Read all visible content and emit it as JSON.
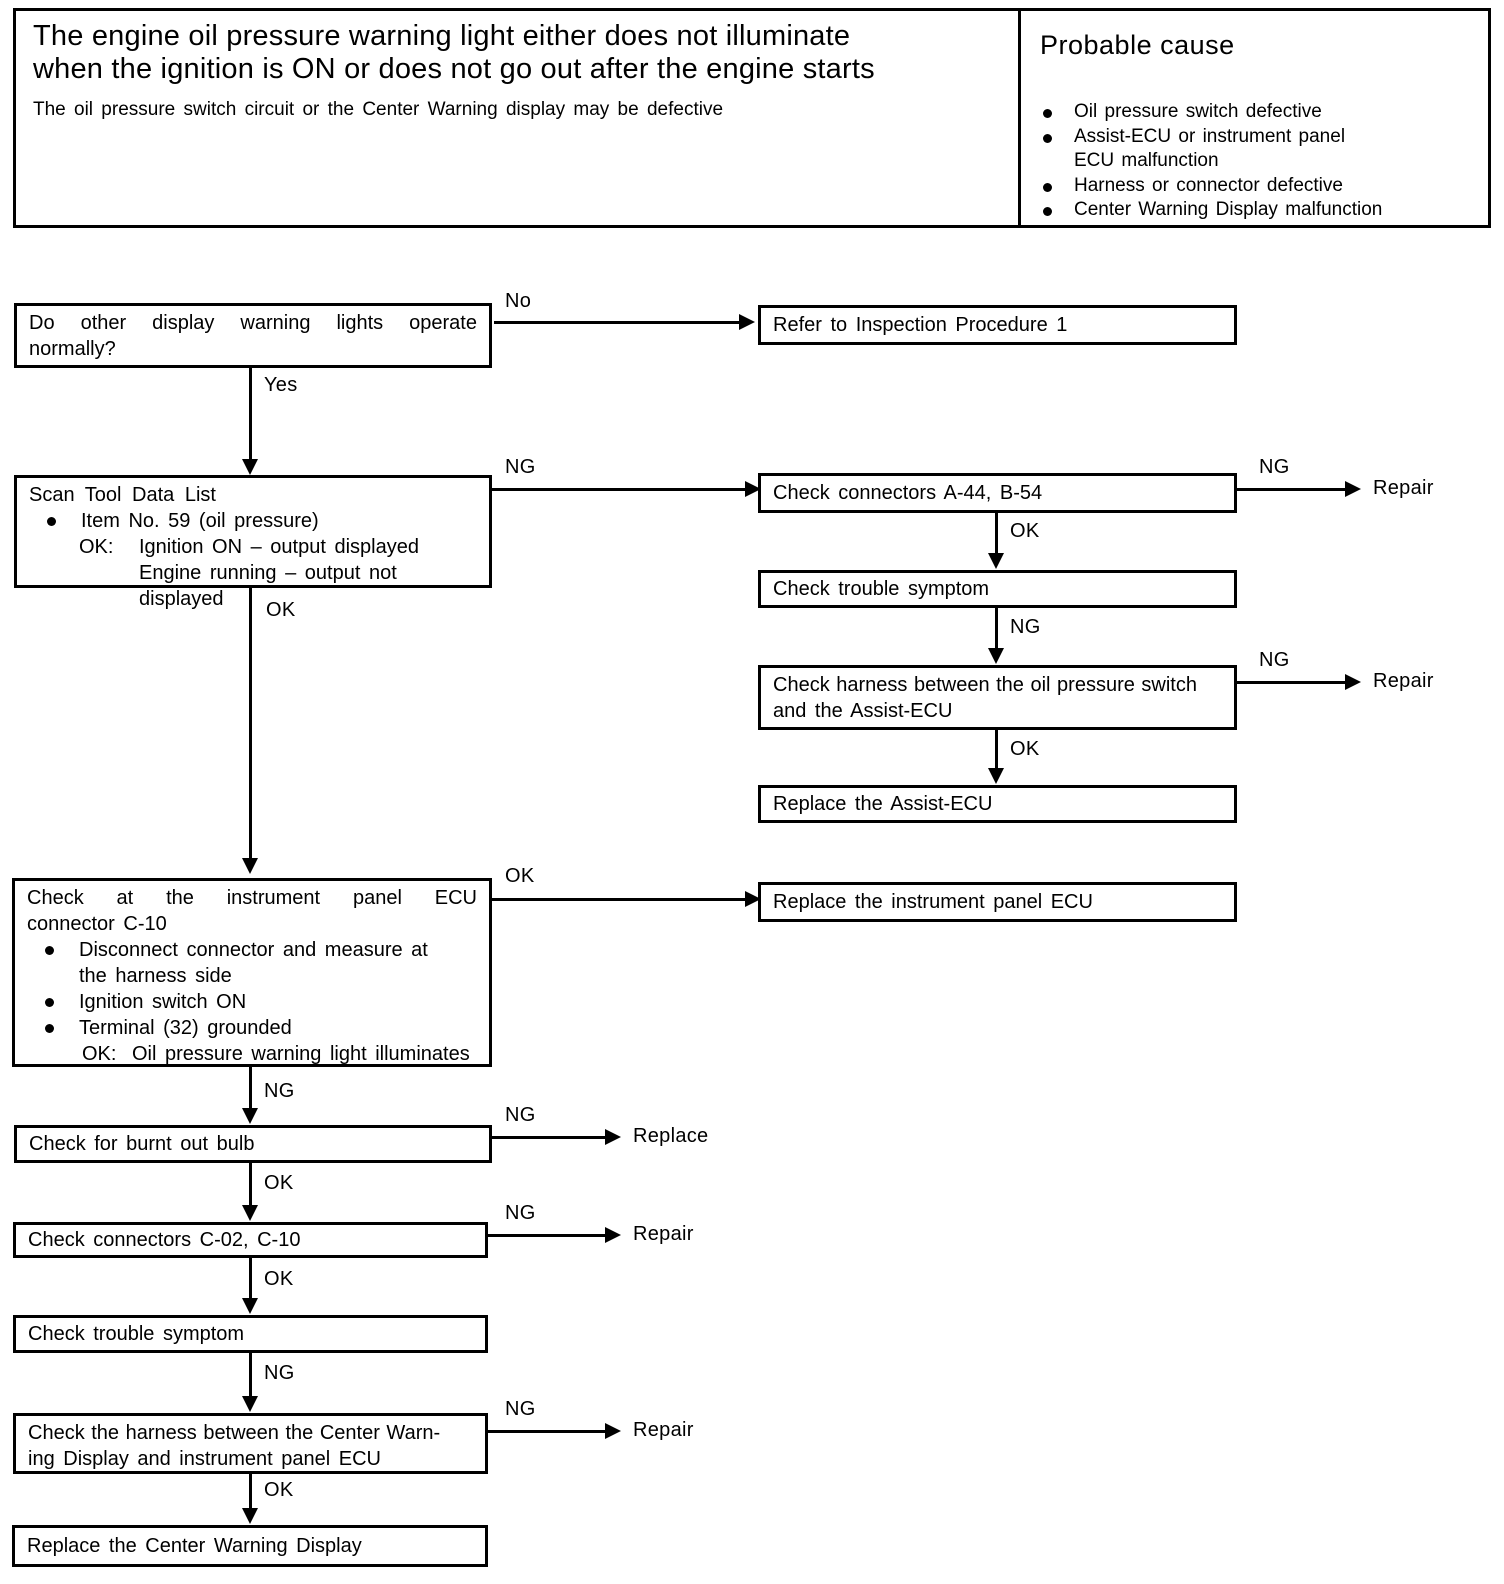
{
  "labels": {
    "yes": "Yes",
    "no": "No",
    "ok": "OK",
    "ng": "NG",
    "repair": "Repair",
    "replace": "Replace"
  },
  "header": {
    "title_lines": [
      "The engine oil pressure warning light either does not illuminate",
      "when the ignition is ON or does not go out after the engine starts"
    ],
    "subtitle": "The oil pressure switch circuit or the Center Warning display may be defective",
    "probable_cause": {
      "title": "Probable cause",
      "items": [
        {
          "text": "Oil pressure switch defective",
          "bullet": true
        },
        {
          "text": "Assist-ECU or instrument panel",
          "bullet": true
        },
        {
          "text": "ECU malfunction",
          "bullet": false
        },
        {
          "text": "Harness or connector defective",
          "bullet": true
        },
        {
          "text": "Center Warning Display malfunction",
          "bullet": true
        }
      ]
    }
  },
  "flow": {
    "q_warning_lights": "Do other display warning lights operate normally?",
    "refer_procedure": "Refer to Inspection Procedure 1",
    "scan_tool": {
      "title": "Scan Tool Data List",
      "item": "Item No. 59 (oil pressure)",
      "ok_prefix": "OK:",
      "ok_line1": "Ignition ON – output displayed",
      "ok_line2": "Engine running – output not displayed"
    },
    "check_connectors_ab": "Check connectors A-44, B-54",
    "check_trouble_symptom_1": "Check trouble symptom",
    "check_harness_oil": [
      "Check harness between the oil pressure switch",
      "and the Assist-ECU"
    ],
    "replace_assist_ecu": "Replace the Assist-ECU",
    "instrument_panel": {
      "title_line1": "Check at the instrument panel ECU",
      "title_line2": "connector C-10",
      "b1_line1": "Disconnect connector and measure at",
      "b1_line2": "the harness side",
      "b2": "Ignition switch ON",
      "b3": "Terminal (32) grounded",
      "ok_prefix": "OK:",
      "ok_text": "Oil pressure warning light illuminates"
    },
    "replace_instrument_ecu": "Replace the instrument panel ECU",
    "check_bulb": "Check for burnt out bulb",
    "check_connectors_c": "Check connectors C-02, C-10",
    "check_trouble_symptom_2": "Check trouble symptom",
    "check_harness_center": [
      "Check the harness between the Center Warn-",
      "ing Display and instrument panel ECU"
    ],
    "replace_center_display": "Replace the Center Warning Display"
  }
}
